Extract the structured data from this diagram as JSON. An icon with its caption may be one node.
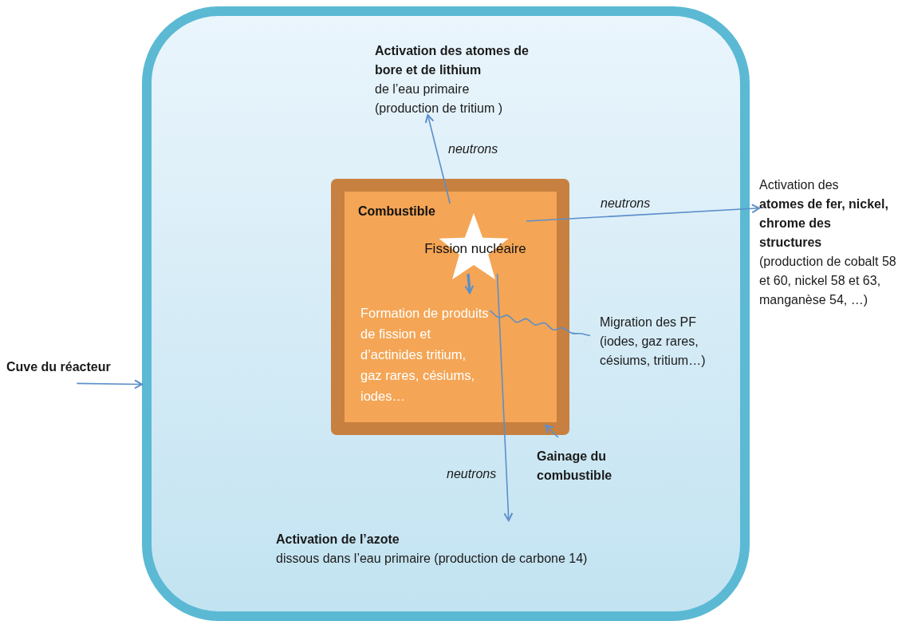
{
  "diagram": {
    "nodes": [
      {
        "text": [],
        "shape": "box"
      },
      {
        "text": [],
        "shape": "box",
        "in": 0
      },
      {
        "text": [
          "Combustible"
        ],
        "in": 1
      },
      {
        "text": [
          "Fission nucléaire"
        ],
        "in": 2
      },
      {
        "text": [
          "Formation de produits de fission et d’actinides tritium, gaz rares, césiums, iodes…"
        ],
        "in": 2
      },
      {
        "text": [
          "**Activation des atomes de bore et de lithium** de l’eau primaire (production de tritium )"
        ],
        "in": 0
      },
      {
        "text": [
          "Activation des **atomes de fer, nickel, chrome des structures** (production de cobalt 58 et 60, nickel 58 et 63, manganèse 54, …)"
        ]
      },
      {
        "text": [
          "Migration des PF (iodes, gaz rares, césiums, tritium…)"
        ],
        "in": 0
      },
      {
        "text": [
          "Gainage du combustible"
        ],
        "in": 0
      },
      {
        "text": [
          "**Activation de l’azote** dissous dans l’eau primaire (production de carbone 14)"
        ],
        "in": 0
      },
      {
        "text": [
          "Cuve du réacteur"
        ]
      }
    ],
    "edges": [
      {
        "from": 3,
        "to": 5,
        "arrow": "to",
        "label": "neutrons"
      },
      {
        "from": 3,
        "to": 6,
        "arrow": "to",
        "label": "neutrons"
      },
      {
        "from": 3,
        "to": 9,
        "arrow": "to",
        "label": "neutrons"
      },
      {
        "from": 3,
        "to": 4,
        "arrow": "to",
        "style": "thick"
      },
      {
        "from": 4,
        "to": 7,
        "arrow": "none"
      },
      {
        "from": 8,
        "to": 1,
        "arrow": "to"
      },
      {
        "from": 10,
        "to": 0,
        "arrow": "to"
      }
    ]
  }
}
